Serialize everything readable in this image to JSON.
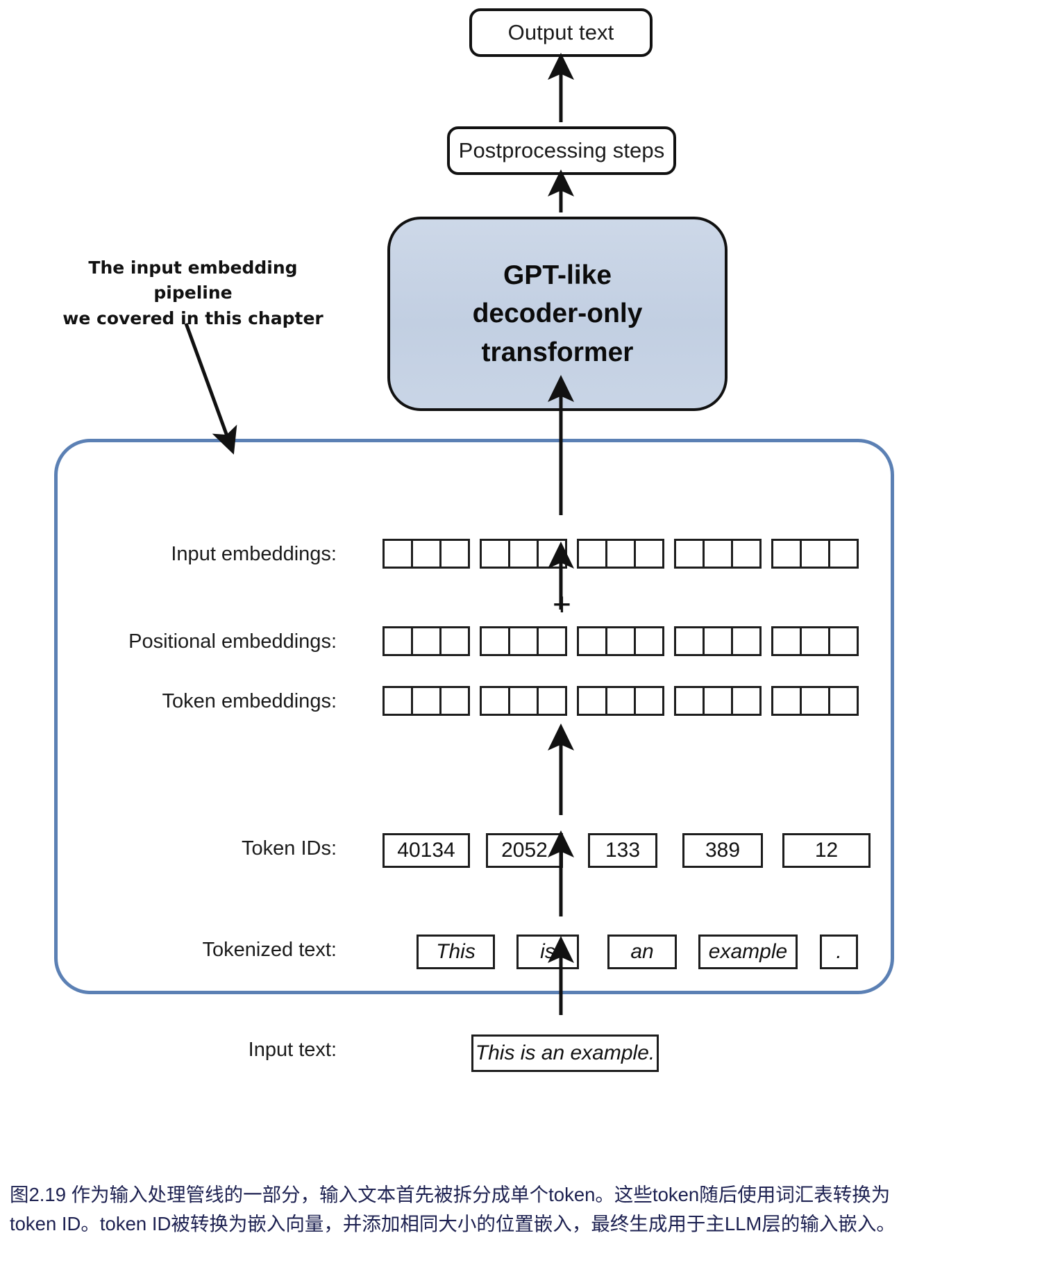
{
  "figure": {
    "id": "figure-2-19",
    "top_chain": {
      "output_text": "Output text",
      "postprocessing": "Postprocessing steps",
      "model_block": "GPT-like\ndecoder-only\ntransformer"
    },
    "annotation": {
      "line1": "The input embedding pipeline",
      "line2": "we covered in this chapter"
    },
    "rows": [
      {
        "key": "input_embeddings",
        "label": "Input embeddings:",
        "kind": "cells",
        "groups": 5,
        "cells_per_group": 3
      },
      {
        "key": "positional_embeddings",
        "label": "Positional embeddings:",
        "kind": "cells",
        "groups": 5,
        "cells_per_group": 3
      },
      {
        "key": "token_embeddings",
        "label": "Token embeddings:",
        "kind": "cells",
        "groups": 5,
        "cells_per_group": 3
      },
      {
        "key": "token_ids",
        "label": "Token IDs:",
        "kind": "values",
        "values": [
          "40134",
          "2052",
          "133",
          "389",
          "12"
        ]
      },
      {
        "key": "tokenized_text",
        "label": "Tokenized text:",
        "kind": "values",
        "values": [
          "This",
          "is",
          "an",
          "example",
          "."
        ]
      },
      {
        "key": "input_text",
        "label": "Input text:",
        "kind": "single",
        "values": [
          "This is an example."
        ]
      }
    ],
    "operator": "+",
    "colors": {
      "model_block_fill": "#c6d2e4",
      "container_border": "#5b80b4",
      "stroke": "#111111",
      "caption_text": "#1c2050"
    }
  },
  "caption": {
    "line1": "图2.19 作为输入处理管线的一部分，输入文本首先被拆分成单个token。这些token随后使用词汇表转换为",
    "line2": "token ID。token ID被转换为嵌入向量，并添加相同大小的位置嵌入，最终生成用于主LLM层的输入嵌入。"
  }
}
